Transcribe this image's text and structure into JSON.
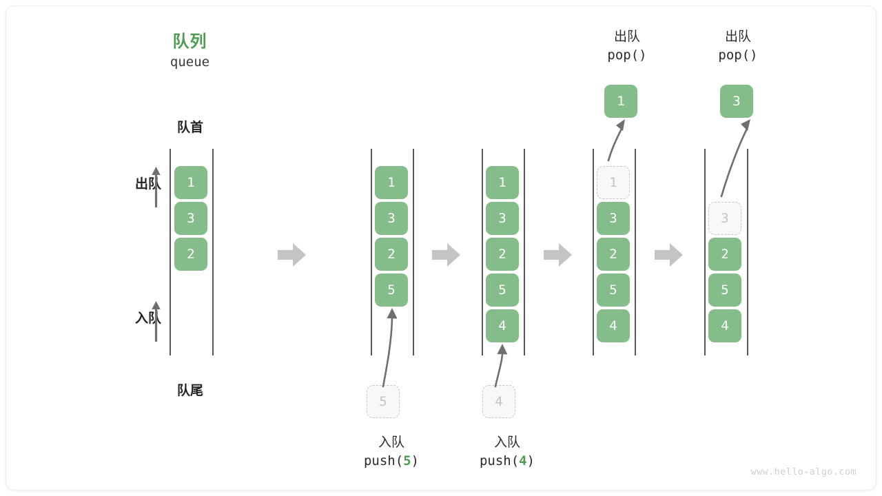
{
  "title": {
    "zh": "队列",
    "en": "queue",
    "accent": "#4e9a51"
  },
  "labels": {
    "front": "队首",
    "rear": "队尾",
    "dequeue": "出队",
    "enqueue": "入队"
  },
  "colors": {
    "box_fill": "#84bc8a",
    "box_text": "#ffffff",
    "ghost_fill": "#f8f8f8",
    "ghost_border": "#c6c6c6",
    "ghost_text": "#c3c3c3",
    "rail": "#4a4a4a",
    "arrow": "#6f6f6f",
    "step_arrow": "#c4c4c4",
    "accent": "#4e9a51"
  },
  "columns": [
    {
      "id": "initial",
      "cells": [
        {
          "value": "1",
          "state": "solid"
        },
        {
          "value": "3",
          "state": "solid"
        },
        {
          "value": "2",
          "state": "solid"
        }
      ]
    },
    {
      "id": "push-5",
      "cells": [
        {
          "value": "1",
          "state": "solid"
        },
        {
          "value": "3",
          "state": "solid"
        },
        {
          "value": "2",
          "state": "solid"
        },
        {
          "value": "5",
          "state": "solid"
        }
      ],
      "incoming": {
        "value": "5",
        "state": "ghost"
      },
      "caption": {
        "zh": "入队",
        "fn": "push(",
        "arg": "5",
        "fn_end": ")"
      }
    },
    {
      "id": "push-4",
      "cells": [
        {
          "value": "1",
          "state": "solid"
        },
        {
          "value": "3",
          "state": "solid"
        },
        {
          "value": "2",
          "state": "solid"
        },
        {
          "value": "5",
          "state": "solid"
        },
        {
          "value": "4",
          "state": "solid"
        }
      ],
      "incoming": {
        "value": "4",
        "state": "ghost"
      },
      "caption": {
        "zh": "入队",
        "fn": "push(",
        "arg": "4",
        "fn_end": ")"
      }
    },
    {
      "id": "pop-1",
      "cells": [
        {
          "value": "1",
          "state": "ghost"
        },
        {
          "value": "3",
          "state": "solid"
        },
        {
          "value": "2",
          "state": "solid"
        },
        {
          "value": "5",
          "state": "solid"
        },
        {
          "value": "4",
          "state": "solid"
        }
      ],
      "outgoing": {
        "value": "1",
        "state": "solid"
      },
      "caption": {
        "zh": "出队",
        "fn": "pop(",
        "arg": "",
        "fn_end": ")"
      }
    },
    {
      "id": "pop-3",
      "cells": [
        {
          "value": "",
          "state": "empty"
        },
        {
          "value": "3",
          "state": "ghost"
        },
        {
          "value": "2",
          "state": "solid"
        },
        {
          "value": "5",
          "state": "solid"
        },
        {
          "value": "4",
          "state": "solid"
        }
      ],
      "outgoing": {
        "value": "3",
        "state": "solid"
      },
      "caption": {
        "zh": "出队",
        "fn": "pop(",
        "arg": "",
        "fn_end": ")"
      }
    }
  ],
  "watermark": "www.hello-algo.com"
}
